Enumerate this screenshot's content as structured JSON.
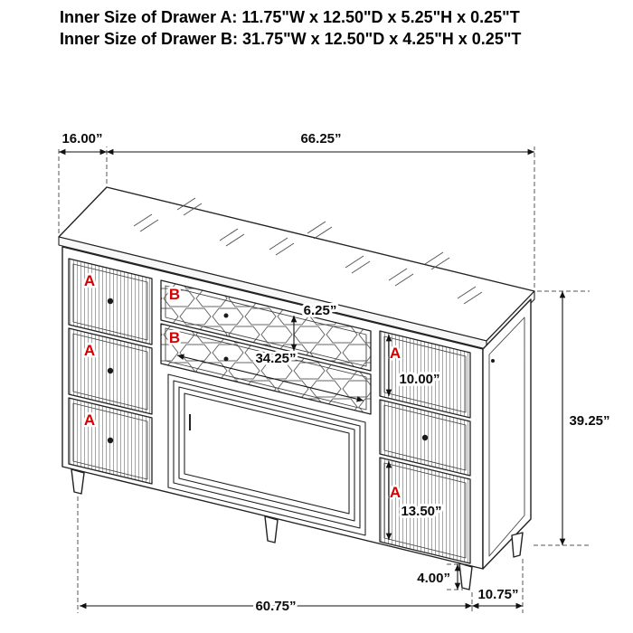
{
  "header": {
    "line1": "Inner Size of Drawer A: 11.75\"W x 12.50\"D x 5.25\"H x 0.25\"T",
    "line2": "Inner Size of Drawer B: 31.75\"W x 12.50\"D x 4.25\"H x 0.25\"T"
  },
  "labels": {
    "drawer_a": "A",
    "drawer_b": "B"
  },
  "dimensions": {
    "top_depth": "16.00”",
    "top_width": "66.25”",
    "overall_height": "39.25”",
    "drawer_b_face_height": "6.25”",
    "center_section_width": "34.25”",
    "right_drawer_height": "10.00”",
    "bottom_drawer_height": "13.50”",
    "leg_height": "4.00”",
    "base_width": "60.75”",
    "base_depth": "10.75”"
  },
  "colors": {
    "label_red": "#d60000",
    "line": "#222222"
  }
}
